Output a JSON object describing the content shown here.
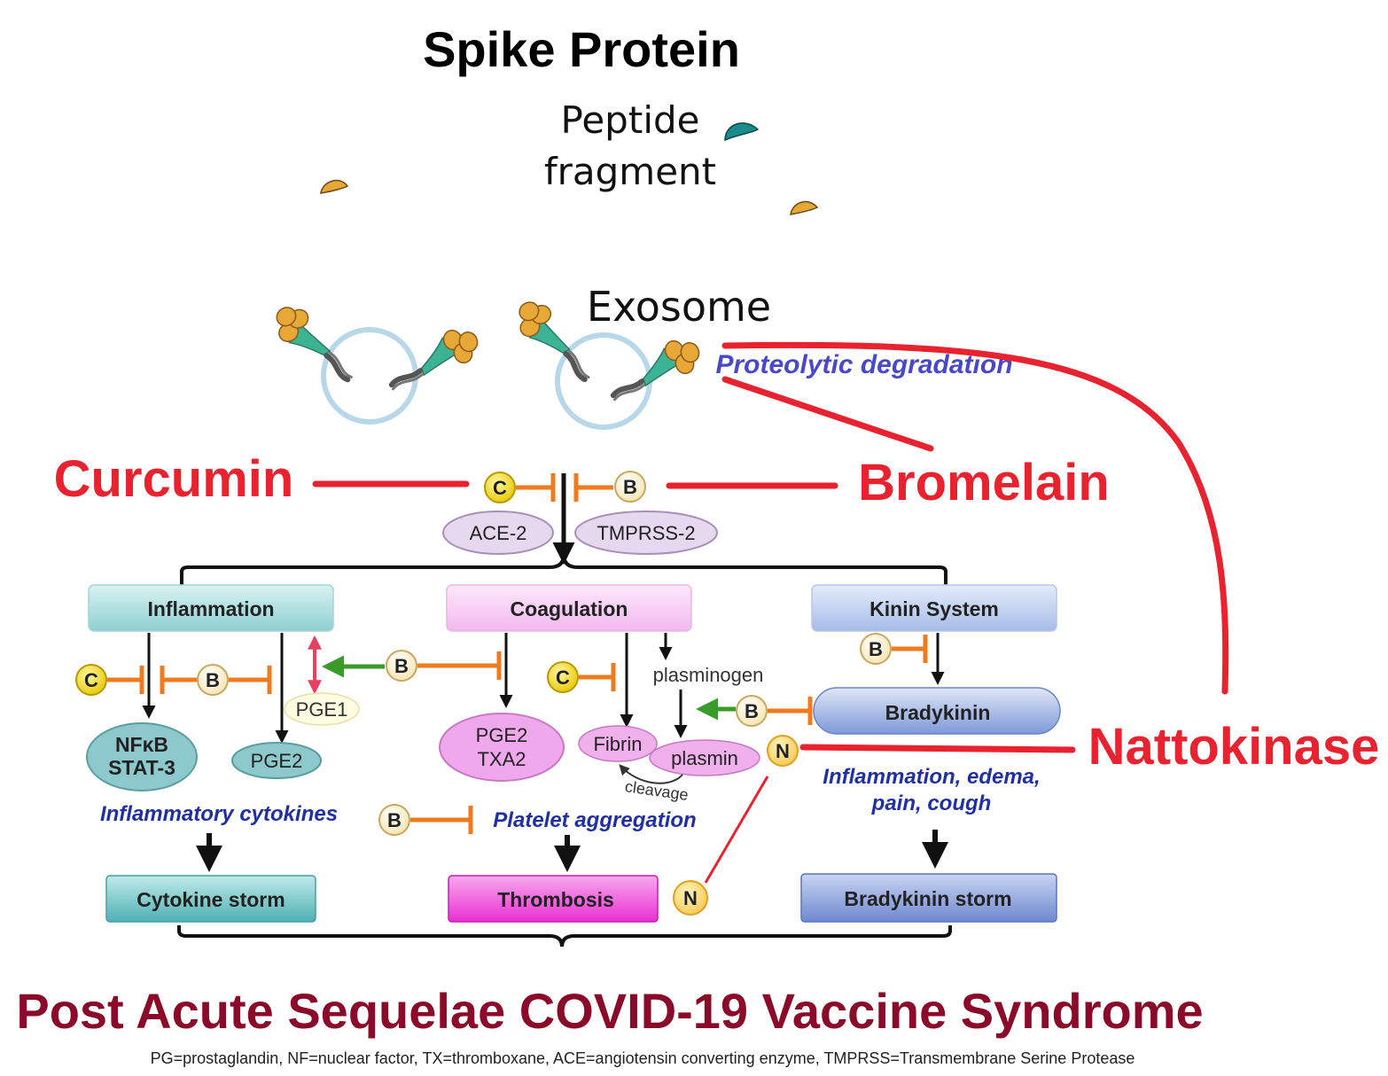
{
  "labels": {
    "spike_protein": "Spike Protein",
    "peptide_line1": "Peptide",
    "peptide_line2": "fragment",
    "exosome": "Exosome",
    "proteolytic": "Proteolytic degradation",
    "curcumin": "Curcumin",
    "bromelain": "Bromelain",
    "nattokinase": "Nattokinase",
    "ace2": "ACE-2",
    "tmprss2": "TMPRSS-2",
    "inflammation": "Inflammation",
    "coagulation": "Coagulation",
    "kinin_system": "Kinin System",
    "plasminogen": "plasminogen",
    "bradykinin": "Bradykinin",
    "pge1": "PGE1",
    "nfkb_line1": "NFκB",
    "nfkb_line2": "STAT-3",
    "pge2": "PGE2",
    "pge2_txa2_line1": "PGE2",
    "pge2_txa2_line2": "TXA2",
    "fibrin": "Fibrin",
    "plasmin": "plasmin",
    "cleavage": "cleavage",
    "inflammatory_cytokines": "Inflammatory cytokines",
    "platelet_aggregation": "Platelet aggregation",
    "inflammation_edema_line1": "Inflammation, edema,",
    "inflammation_edema_line2": "pain, cough",
    "cytokine_storm": "Cytokine storm",
    "thrombosis": "Thrombosis",
    "bradykinin_storm": "Bradykinin storm",
    "badge_c": "C",
    "badge_b": "B",
    "badge_n": "N",
    "footer_title": "Post Acute Sequelae COVID-19 Vaccine Syndrome",
    "footnote": "PG=prostaglandin, NF=nuclear factor, TX=thromboxane, ACE=angiotensin converting enzyme, TMPRSS=Transmembrane Serine Protease"
  },
  "colors": {
    "agent_red": "#e8222e",
    "inhibit_orange": "#f07a1e",
    "activate_green": "#3a9a2a",
    "footer_maroon": "#8b0a2a",
    "text_blue": "#2030a0",
    "proteolytic_blue": "#4848c8"
  }
}
